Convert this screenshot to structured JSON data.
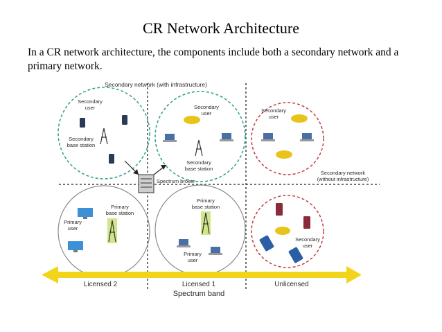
{
  "slide": {
    "title": "CR Network Architecture",
    "body": "In a CR network architecture, the components include both a secondary network and a primary network."
  },
  "diagram": {
    "top_label": "Secondary network (with infrastructure)",
    "sec_user_1": [
      "Secondary",
      "user"
    ],
    "sec_bs_1": [
      "Secondary",
      "base station"
    ],
    "sec_user_2": [
      "Secondary",
      "user"
    ],
    "sec_bs_2": [
      "Secondary",
      "base station"
    ],
    "sec_user_3": [
      "Secondary",
      "user"
    ],
    "sec_net_no_infra": [
      "Secondary network",
      "(without infrastructure)"
    ],
    "spectrum_broker": "Spectrum broker",
    "prim_user_1": [
      "Primary",
      "user"
    ],
    "prim_bs_1": [
      "Primary",
      "base station"
    ],
    "prim_bs_2": [
      "Primary",
      "base station"
    ],
    "prim_user_2": [
      "Primary",
      "user"
    ],
    "sec_user_4": [
      "Secondary",
      "user"
    ],
    "band_licensed_2": "Licensed 2",
    "band_licensed_1": "Licensed 1",
    "band_unlicensed": "Unlicensed",
    "axis_label": "Spectrum band",
    "colors": {
      "secondary_circle": "#2e9e8a",
      "primary_circle": "#8a8a8a",
      "unlicensed_circle": "#c23a3a",
      "band_arrow": "#f2d51a",
      "divider": "#444444"
    }
  }
}
